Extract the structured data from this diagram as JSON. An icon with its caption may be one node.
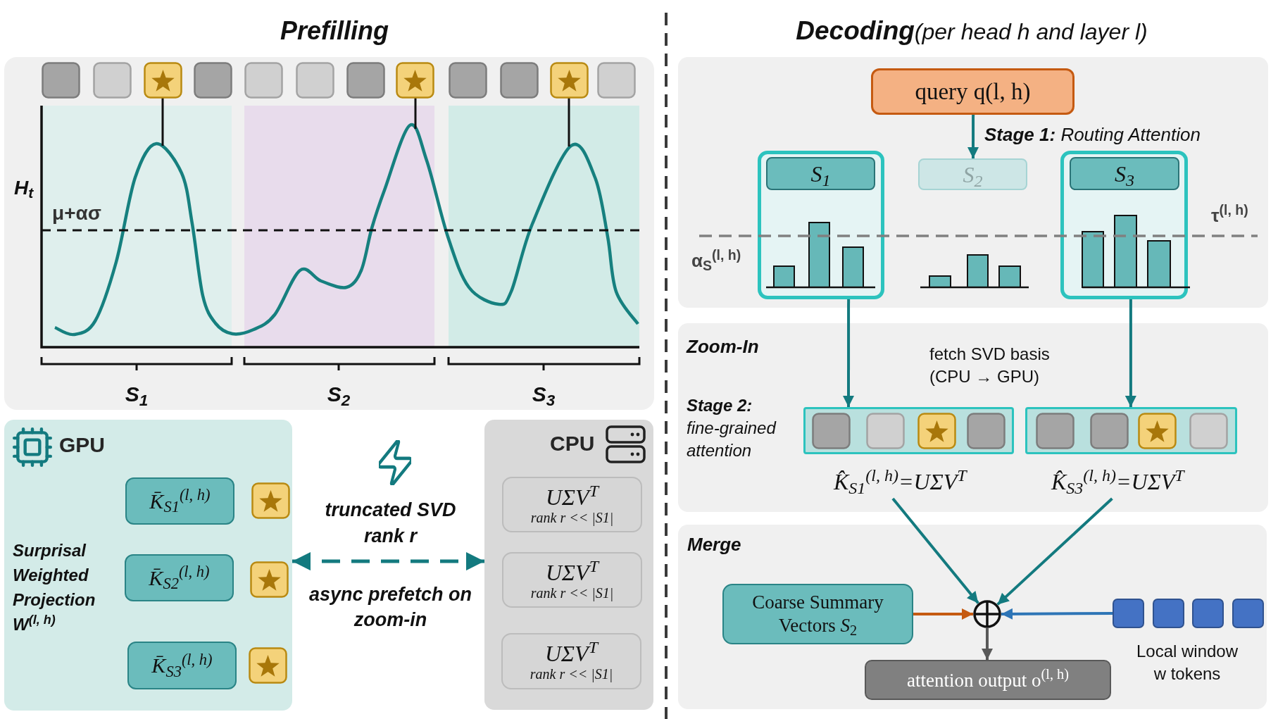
{
  "diagram": {
    "nodes": [
      {
        "text": [],
        "shape": "box",
        "beside": [
          "Prefilling"
        ]
      },
      {
        "text": [
          "GPU",
          "Surprisal Weighted Projection W$^{(l, h)}$"
        ]
      },
      {
        "text": [
          "K̄$_{S1}$$^{(l, h)}$"
        ],
        "in": 1
      },
      {
        "text": [
          "K̄$_{S2}$$^{(l, h)}$"
        ],
        "in": 1
      },
      {
        "text": [
          "K̄$_{S3}$$^{(l, h)}$"
        ],
        "in": 1
      },
      {
        "text": [
          "CPU"
        ]
      },
      {
        "text": [
          "UΣV$^{T}$",
          "rank r << |S1|"
        ],
        "in": 5
      },
      {
        "text": [
          "UΣV$^{T}$",
          "rank r << |S1|"
        ],
        "in": 5
      },
      {
        "text": [
          "UΣV$^{T}$",
          "rank r << |S1|"
        ],
        "in": 5
      },
      {
        "text": [],
        "shape": "box"
      },
      {
        "text": [
          "query q(l, h)"
        ],
        "in": 9
      },
      {
        "text": [],
        "shape": "box",
        "in": 9
      },
      {
        "text": [
          "S$_{1}$"
        ],
        "in": 11
      },
      {
        "text": [
          "S$_{2}$"
        ],
        "in": 9
      },
      {
        "text": [],
        "shape": "box",
        "in": 9
      },
      {
        "text": [
          "S$_{3}$"
        ],
        "in": 14
      },
      {
        "text": [
          "Zoom-In",
          "fetch SVD basis (CPU → GPU)",
          "**Stage 2:** fine-grained attention"
        ]
      },
      {
        "text": [],
        "shape": "box",
        "in": 16
      },
      {
        "text": [],
        "shape": "box",
        "in": 16
      },
      {
        "text": [
          "K̂$_{S1}$$^{(l, h)}$=UΣV$^{T}$"
        ],
        "in": 16
      },
      {
        "text": [
          "K̂$_{S3}$$^{(l, h)}$=UΣV$^{T}$"
        ],
        "in": 16
      },
      {
        "text": [
          "Merge"
        ]
      },
      {
        "text": [
          "Coarse Summary Vectors *S*$_{2}$"
        ],
        "in": 21
      },
      {
        "text": [],
        "shape": "circle",
        "in": 21
      },
      {
        "text": [],
        "shape": "box",
        "in": 21,
        "beside": [
          "Local window w tokens"
        ]
      },
      {
        "text": [
          "attention output o$^{(l, h)}$"
        ],
        "in": 21
      }
    ],
    "edges": [
      {
        "from": 1,
        "to": 5,
        "arrow": "both",
        "style": "dashed",
        "label": "truncated SVD rank r"
      },
      {
        "from": 10,
        "to": 13,
        "arrow": "to",
        "label": "**Stage 1:** Routing Attention"
      },
      {
        "from": 11,
        "to": 17,
        "arrow": "to"
      },
      {
        "from": 14,
        "to": 18,
        "arrow": "to"
      },
      {
        "from": 19,
        "to": 23,
        "arrow": "to"
      },
      {
        "from": 20,
        "to": 23,
        "arrow": "to"
      },
      {
        "from": 22,
        "to": 23,
        "arrow": "to",
        "color": "#c55a11"
      },
      {
        "from": 24,
        "to": 23,
        "arrow": "to",
        "color": "#2e75b6"
      },
      {
        "from": 23,
        "to": 25,
        "arrow": "to",
        "color": "#595959"
      }
    ],
    "labels": [
      "**Decoding**(per head h and layer l)",
      "H$_{t}$",
      "μ+ασ",
      "S$_{1}$",
      "S$_{2}$",
      "S$_{3}$",
      "async prefetch on zoom-in",
      "τ$^{(l, h)}$",
      "α$_{S}$$^{(l, h)}$"
    ]
  }
}
